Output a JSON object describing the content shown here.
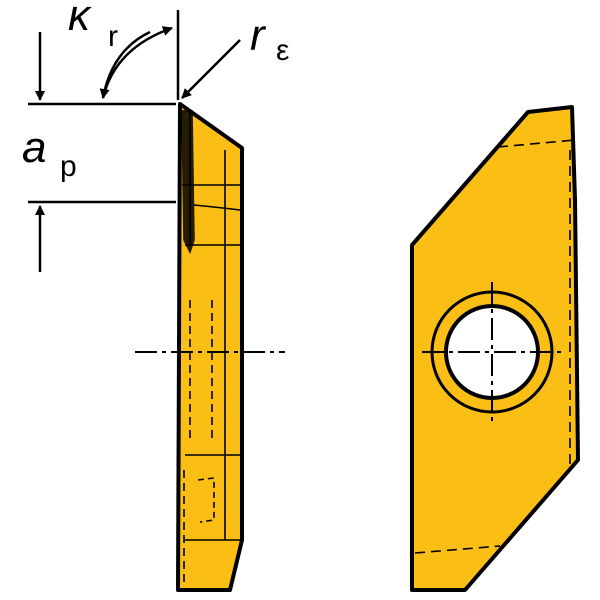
{
  "labels": {
    "kappa_main": "κ",
    "kappa_sub": "r",
    "r_main": "r",
    "r_sub": "ε",
    "a_main": "a",
    "a_sub": "p"
  },
  "colors": {
    "insert_fill": "#FBBE14",
    "outline": "#000000"
  }
}
